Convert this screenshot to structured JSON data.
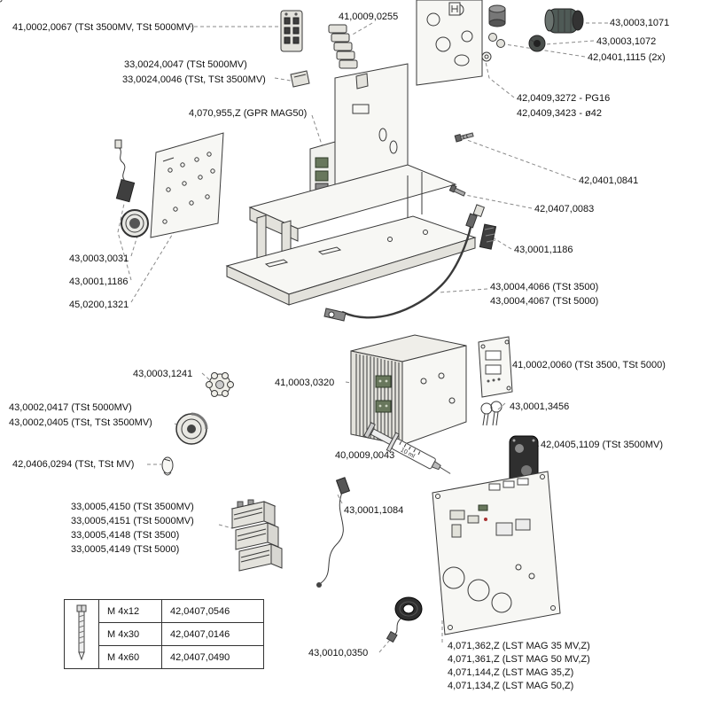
{
  "labels": [
    {
      "text": "41,0002,0067 (TSt 3500MV, TSt 5000MV)"
    },
    {
      "text": "41,0009,0255"
    },
    {
      "text": "43,0003,1071"
    },
    {
      "text": "43,0003,1072"
    },
    {
      "text": "42,0401,1115 (2x)"
    },
    {
      "text": "33,0024,0047 (TSt 5000MV)"
    },
    {
      "text": "33,0024,0046 (TSt, TSt 3500MV)"
    },
    {
      "text": "4,070,955,Z (GPR MAG50)"
    },
    {
      "text": "42,0409,3272 - PG16"
    },
    {
      "text": "42,0409,3423 - ø42"
    },
    {
      "text": "42,0401,0841"
    },
    {
      "text": "42,0407,0083"
    },
    {
      "text": "43,0001,1186"
    },
    {
      "text": "43,0003,0031"
    },
    {
      "text": "43,0001,1186"
    },
    {
      "text": "45,0200,1321"
    },
    {
      "text": "43,0004,4066 (TSt 3500)"
    },
    {
      "text": "43,0004,4067 (TSt 5000)"
    },
    {
      "text": "43,0003,1241"
    },
    {
      "text": "41,0003,0320"
    },
    {
      "text": "41,0002,0060  (TSt 3500, TSt 5000)"
    },
    {
      "text": "43,0002,0417 (TSt 5000MV)"
    },
    {
      "text": "43,0002,0405 (TSt, TSt 3500MV)"
    },
    {
      "text": "43,0001,3456"
    },
    {
      "text": "42,0406,0294 (TSt, TSt MV)"
    },
    {
      "text": "42,0405,1109  (TSt 3500MV)"
    },
    {
      "text": "40,0009,0043"
    },
    {
      "text": "33,0005,4150  (TSt 3500MV)"
    },
    {
      "text": "33,0005,4151  (TSt 5000MV)"
    },
    {
      "text": "33,0005,4148  (TSt 3500)"
    },
    {
      "text": "33,0005,4149  (TSt 5000)"
    },
    {
      "text": "43,0001,1084"
    },
    {
      "text": "43,0010,0350"
    },
    {
      "text": "4,071,362,Z  (LST MAG 35 MV,Z)"
    },
    {
      "text": "4,071,361,Z  (LST MAG 50 MV,Z)"
    },
    {
      "text": "4,071,144,Z  (LST MAG 35,Z)"
    },
    {
      "text": "4,071,134,Z  (LST MAG 50,Z)"
    }
  ],
  "fastener_table": {
    "rows": [
      {
        "size": "M 4x12",
        "part": "42,0407,0546"
      },
      {
        "size": "M 4x30",
        "part": "42,0407,0146"
      },
      {
        "size": "M 4x60",
        "part": "42,0407,0490"
      }
    ]
  },
  "drawing": {
    "syringe_label": "10 ml"
  }
}
